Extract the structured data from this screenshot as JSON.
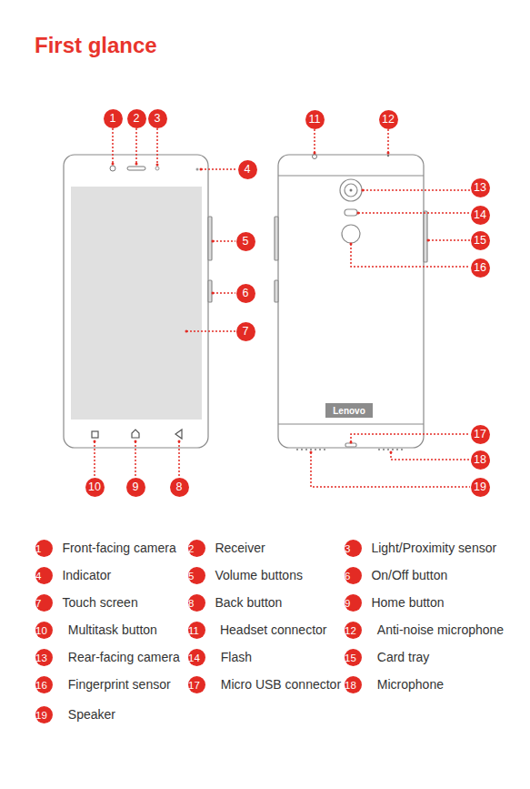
{
  "diagram": {
    "title": "First glance",
    "nodes": [
      {
        "text": [
          "1"
        ]
      },
      {
        "text": [
          "2"
        ]
      },
      {
        "text": [
          "3"
        ]
      },
      {
        "text": [
          "11"
        ]
      },
      {
        "text": [
          "12"
        ]
      },
      {
        "text": [
          "4"
        ]
      },
      {
        "text": [
          "13"
        ]
      },
      {
        "text": [
          "14"
        ]
      },
      {
        "text": [
          "5"
        ]
      },
      {
        "text": [
          "15"
        ]
      },
      {
        "text": [
          "16"
        ]
      },
      {
        "text": [
          "6"
        ]
      },
      {
        "text": [
          "7"
        ]
      },
      {
        "text": [
          "17"
        ]
      },
      {
        "text": [
          "18"
        ]
      },
      {
        "text": [
          "10"
        ]
      },
      {
        "text": [
          "9"
        ]
      },
      {
        "text": [
          "8"
        ]
      },
      {
        "text": [
          "19"
        ]
      },
      {
        "text": [
          "1",
          "Front-facing camera"
        ]
      },
      {
        "text": [
          "2",
          "Receiver"
        ]
      },
      {
        "text": [
          "3",
          "Light/Proximity sensor"
        ]
      },
      {
        "text": [
          "4",
          "Indicator"
        ]
      },
      {
        "text": [
          "5",
          "Volume buttons"
        ]
      },
      {
        "text": [
          "6",
          "On/Off button"
        ]
      },
      {
        "text": [
          "7",
          "Touch screen"
        ]
      },
      {
        "text": [
          "8",
          "Back button"
        ]
      },
      {
        "text": [
          "9",
          "Home button"
        ]
      },
      {
        "text": [
          "10",
          "Multitask button"
        ]
      },
      {
        "text": [
          "11",
          "Headset connector"
        ]
      },
      {
        "text": [
          "12",
          "Anti-noise microphone"
        ]
      },
      {
        "text": [
          "13",
          "Rear-facing camera"
        ]
      },
      {
        "text": [
          "14",
          "Flash"
        ]
      },
      {
        "text": [
          "15",
          "Card tray"
        ]
      },
      {
        "text": [
          "16",
          "Fingerprint sensor"
        ]
      },
      {
        "text": [
          "17",
          "Micro USB connector"
        ]
      },
      {
        "text": [
          "18",
          "Microphone"
        ]
      },
      {
        "text": [
          "19",
          "Speaker"
        ]
      }
    ],
    "labels": [
      "Lenovo"
    ]
  }
}
